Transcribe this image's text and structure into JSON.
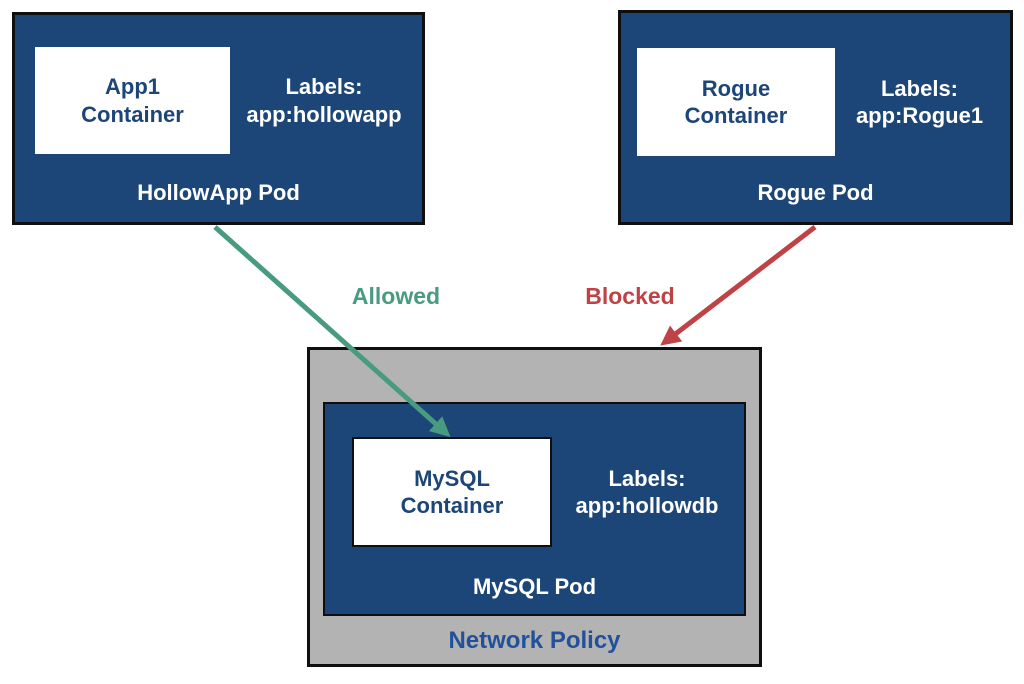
{
  "colors": {
    "pod_fill": "#1d4678",
    "pod_border": "#0f0f0f",
    "policy_fill": "#b3b3b3",
    "container_text": "#1d4678",
    "policy_label_text": "#21519b",
    "allowed_green": "#489b7e",
    "blocked_red": "#bf4247"
  },
  "hollowapp_pod": {
    "container": {
      "line1": "App1",
      "line2": "Container"
    },
    "labels": {
      "line1": "Labels:",
      "line2": "app:hollowapp"
    },
    "name": "HollowApp Pod"
  },
  "rogue_pod": {
    "container": {
      "line1": "Rogue",
      "line2": "Container"
    },
    "labels": {
      "line1": "Labels:",
      "line2": "app:Rogue1"
    },
    "name": "Rogue Pod"
  },
  "mysql_pod": {
    "container": {
      "line1": "MySQL",
      "line2": "Container"
    },
    "labels": {
      "line1": "Labels:",
      "line2": "app:hollowdb"
    },
    "name": "MySQL Pod"
  },
  "network_policy": {
    "label": "Network Policy"
  },
  "arrows": {
    "allowed": {
      "label": "Allowed",
      "color": "#489b7e"
    },
    "blocked": {
      "label": "Blocked",
      "color": "#bf4247"
    }
  }
}
